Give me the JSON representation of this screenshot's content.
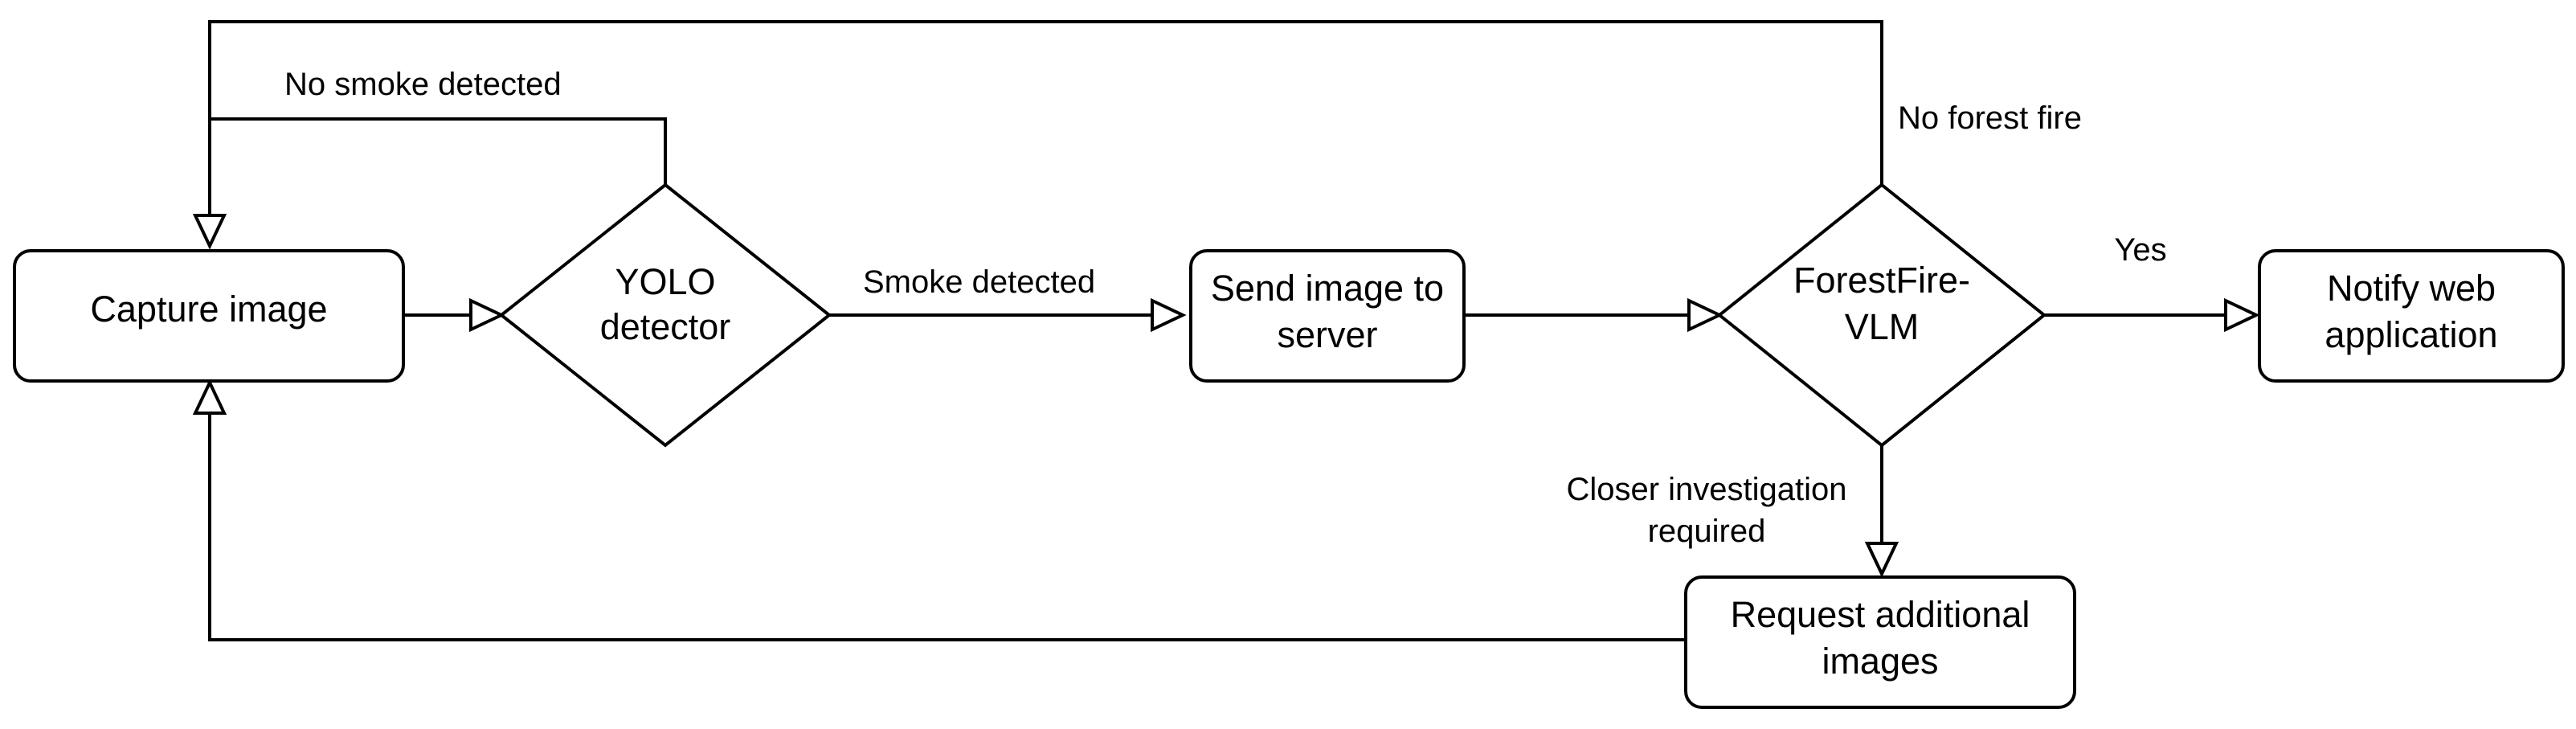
{
  "nodes": {
    "capture": {
      "line1": "Capture image"
    },
    "yolo": {
      "line1": "YOLO",
      "line2": "detector"
    },
    "send": {
      "line1": "Send image to",
      "line2": "server"
    },
    "vlm": {
      "line1": "ForestFire-",
      "line2": "VLM"
    },
    "notify": {
      "line1": "Notify web",
      "line2": "application"
    },
    "request": {
      "line1": "Request additional",
      "line2": "images"
    }
  },
  "edges": {
    "no_smoke": "No smoke detected",
    "smoke": "Smoke detected",
    "no_fire": "No forest fire",
    "yes": "Yes",
    "closer_line1": "Closer investigation",
    "closer_line2": "required"
  }
}
